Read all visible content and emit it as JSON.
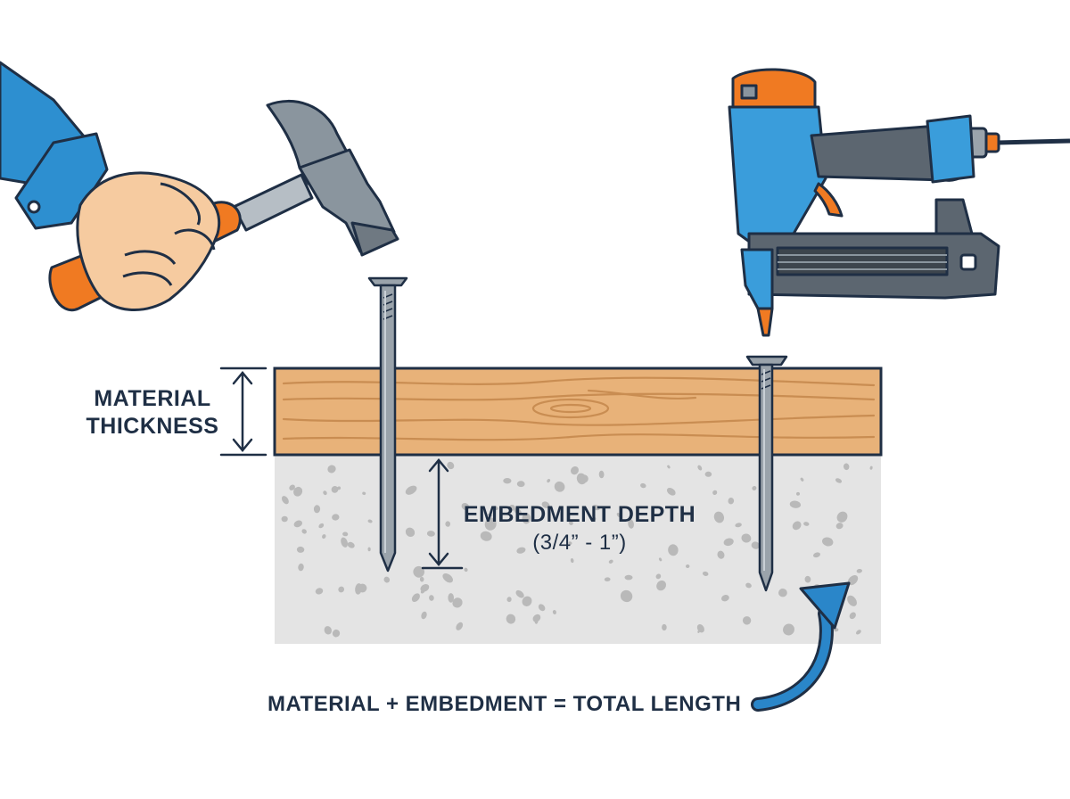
{
  "labels": {
    "material_thickness_line1": "MATERIAL",
    "material_thickness_line2": "THICKNESS",
    "embedment_depth": "EMBEDMENT DEPTH",
    "embedment_range": "(3/4” - 1”)",
    "formula": "MATERIAL + EMBEDMENT = TOTAL LENGTH"
  },
  "colors": {
    "outline": "#1f2f45",
    "wood": "#e8b279",
    "wood_grain": "#c98d52",
    "concrete": "#e4e4e4",
    "concrete_speck": "#b9b9b9",
    "sleeve_blue": "#2d8fd0",
    "skin": "#f6cba0",
    "handle_orange": "#f07a22",
    "hammer_head": "#8a959e",
    "nail_steel": "#9aa3ab",
    "tool_blue": "#3a9ddb",
    "tool_gray": "#5c6670",
    "accent_blue": "#2a86c9"
  },
  "icons": [
    "hammer-icon",
    "hand-icon",
    "nail-gun-icon",
    "curved-arrow-icon"
  ]
}
